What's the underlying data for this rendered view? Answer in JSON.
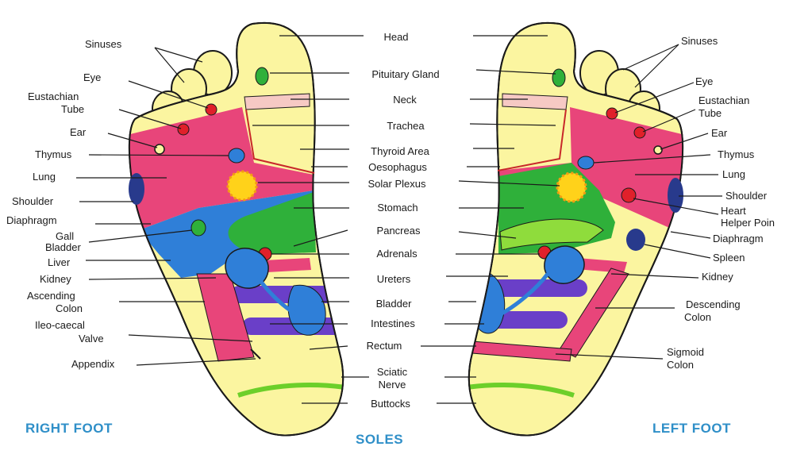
{
  "titles": {
    "right_foot": "RIGHT FOOT",
    "left_foot": "LEFT FOOT",
    "soles": "SOLES"
  },
  "labels": {
    "center": {
      "head": "Head",
      "pituitary": "Pituitary Gland",
      "neck": "Neck",
      "trachea": "Trachea",
      "thyroid": "Thyroid Area",
      "oesophagus": "Oesophagus",
      "solar": "Solar Plexus",
      "stomach": "Stomach",
      "pancreas": "Pancreas",
      "adrenals": "Adrenals",
      "ureters": "Ureters",
      "bladder": "Bladder",
      "intestines": "Intestines",
      "rectum": "Rectum",
      "sciatic_1": "Sciatic",
      "sciatic_2": "Nerve",
      "buttocks": "Buttocks"
    },
    "right_foot": {
      "sinuses": "Sinuses",
      "eye": "Eye",
      "eustachian_1": "Eustachian",
      "eustachian_2": "Tube",
      "ear": "Ear",
      "thymus": "Thymus",
      "lung": "Lung",
      "shoulder": "Shoulder",
      "diaphragm": "Diaphragm",
      "gall_1": "Gall",
      "gall_2": "Bladder",
      "liver": "Liver",
      "kidney": "Kidney",
      "ascending_1": "Ascending",
      "ascending_2": "Colon",
      "ileo_1": "Ileo-caecal",
      "ileo_2": "Valve",
      "appendix": "Appendix"
    },
    "left_foot": {
      "sinuses": "Sinuses",
      "eye": "Eye",
      "eustachian_1": "Eustachian",
      "eustachian_2": "Tube",
      "ear": "Ear",
      "thymus": "Thymus",
      "lung": "Lung",
      "shoulder": "Shoulder",
      "heart_1": "Heart",
      "heart_2": "Helper Poin",
      "diaphragm": "Diaphragm",
      "spleen": "Spleen",
      "kidney": "Kidney",
      "descending_1": "Descending",
      "descending_2": "Colon",
      "sigmoid_1": "Sigmoid",
      "sigmoid_2": "Colon"
    }
  },
  "colors": {
    "title_blue": "#2f8fc8",
    "foot_yellow": "#fbf5a0",
    "outline": "#1a1a1a",
    "pink": "#e8457a",
    "blue": "#2f7fd8",
    "navy": "#283a8c",
    "green": "#2fb03a",
    "light_green": "#8fdc3c",
    "purple": "#6a3fc8",
    "red": "#e0202a",
    "sun": "#ffd21a",
    "neck_band": "#f6c9c4"
  }
}
